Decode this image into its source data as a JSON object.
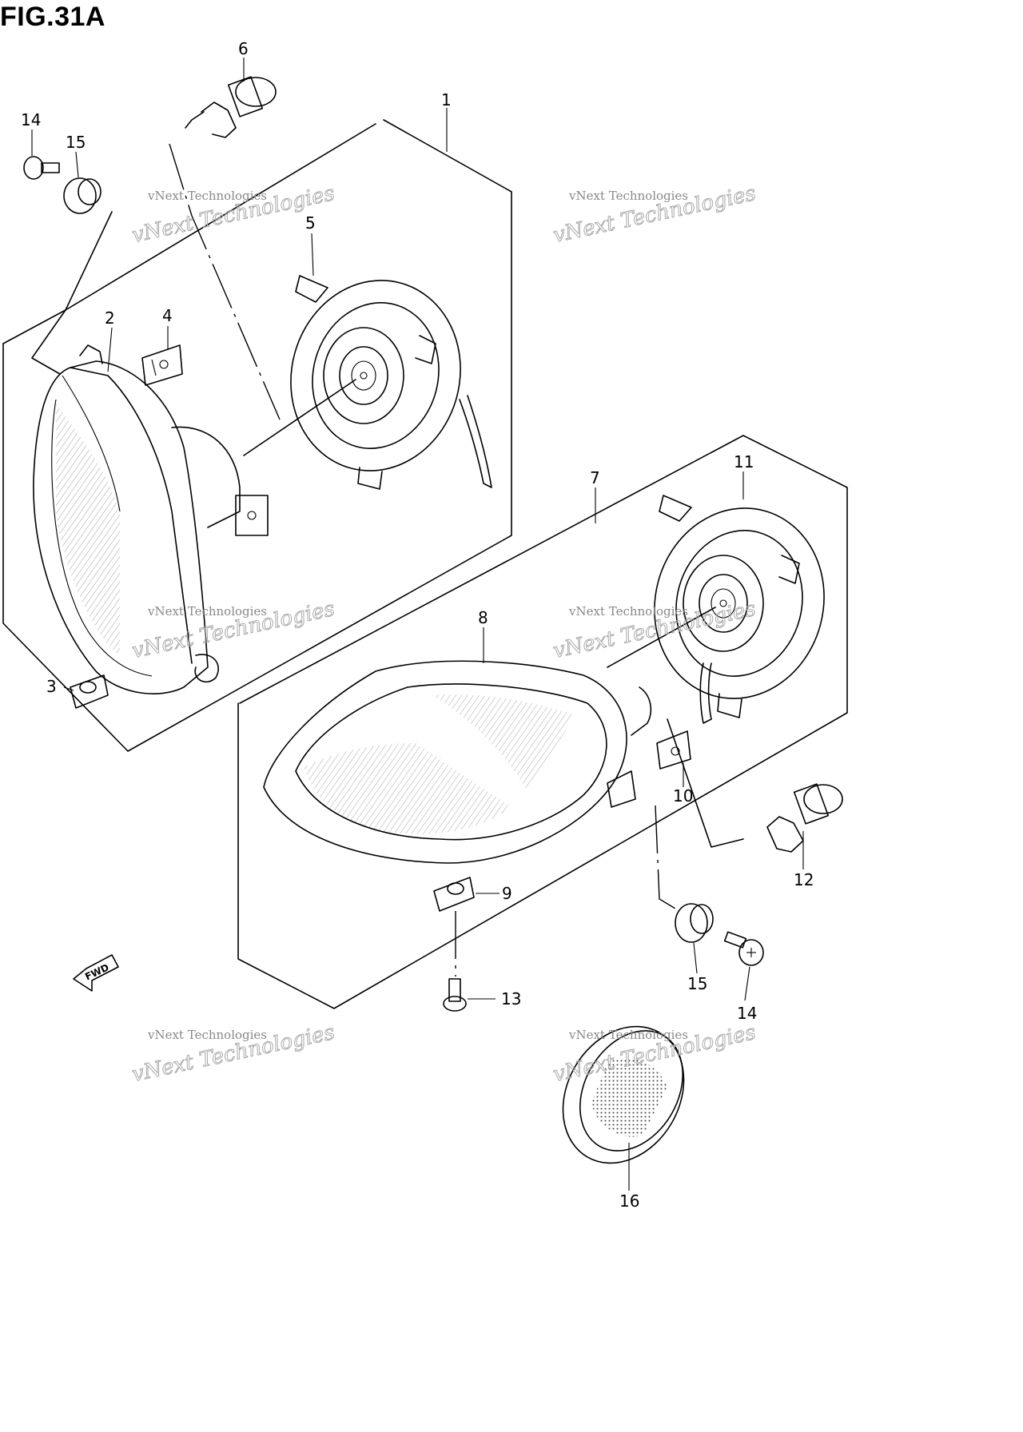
{
  "figure": {
    "title": "FIG.31A"
  },
  "callouts": [
    "1",
    "2",
    "3",
    "4",
    "5",
    "6",
    "7",
    "8",
    "9",
    "10",
    "11",
    "12",
    "13",
    "14",
    "15",
    "14",
    "15",
    "16"
  ],
  "direction_arrow": {
    "label": "FWD"
  },
  "watermark": {
    "line1": "vNext Technologies",
    "line2": "vNext Technologies"
  }
}
